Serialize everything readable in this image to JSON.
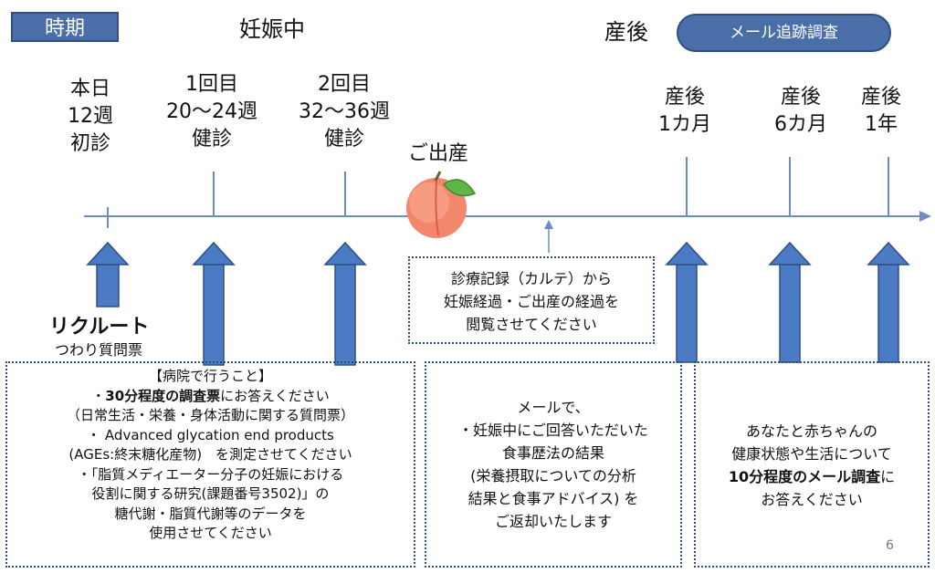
{
  "header": {
    "period_label": "時期",
    "pregnancy_label": "妊娠中",
    "postpartum_label": "産後",
    "mail_survey_label": "メール追跡調査"
  },
  "timeline": {
    "today": "本日\n12週\n初診",
    "checkup1": "1回目\n20～24週\n健診",
    "checkup2": "2回目\n32～36週\n健診",
    "birth": "ご出産",
    "pp1m": "産後\n1カ月",
    "pp6m": "産後\n6カ月",
    "pp1y": "産後\n1年"
  },
  "recruit": {
    "title": "リクルート",
    "subtitle": "つわり質問票"
  },
  "records_box": {
    "text": "診療記録（カルテ）から\n妊娠経過・ご出産の経過を\n閲覧させてください"
  },
  "hospital_box": {
    "heading": "【病院で行うこと】",
    "item1_prefix": "・",
    "item1_bold": "30分程度の調査票",
    "item1_rest": "にお答えください",
    "item1_note": "（日常生活・栄養・身体活動に関する質問票）",
    "item2": "・ Advanced glycation end products\n(AGEs:終末糖化産物)　を測定させてください",
    "item3": "・「脂質メディエーター分子の妊娠における\n役割に関する研究(課題番号3502)」の\n糖代謝・脂質代謝等のデータを\n使用させてください"
  },
  "mail_box": {
    "text": "メールで、\n・妊娠中にご回答いただいた\n食事歴法の結果\n(栄養摂取についての分析\n結果と食事アドバイス) を\nご返却いたします"
  },
  "survey_box": {
    "line1": "あなたと赤ちゃんの",
    "line2": "健康状態や生活について",
    "bold": "10分程度のメール調査",
    "bold_suffix": "に",
    "line4": "お答えください"
  },
  "page_number": "6",
  "colors": {
    "accent": "#4a6fa8",
    "accent_dark": "#2f4f80",
    "line": "#6b8cc4"
  }
}
